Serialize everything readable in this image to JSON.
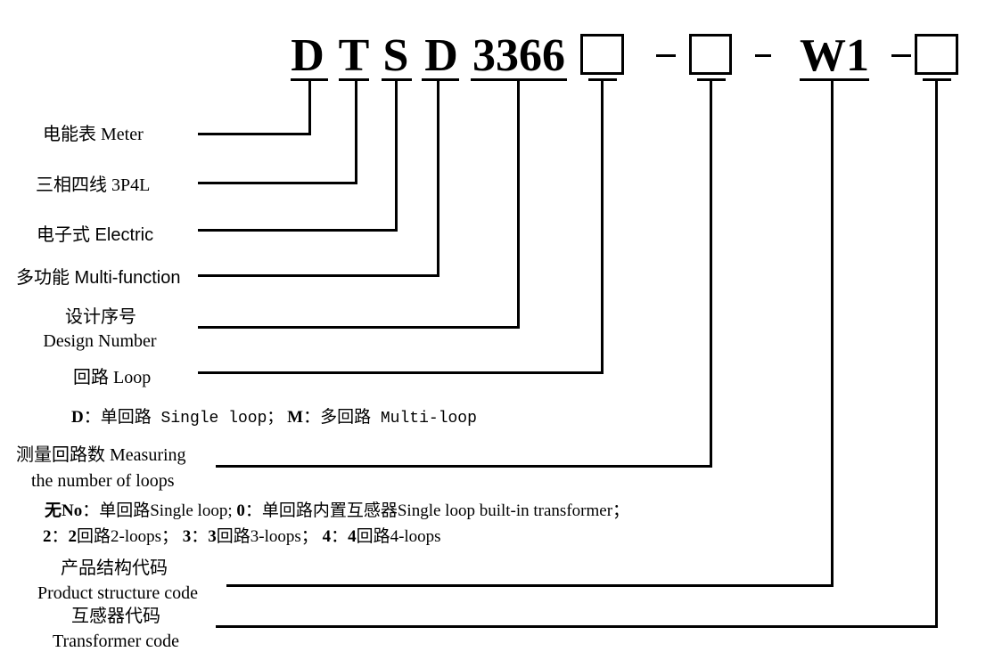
{
  "code": {
    "d1": "D",
    "t": "T",
    "s": "S",
    "d2": "D",
    "num": "3366",
    "w1": "W1"
  },
  "labels": {
    "meter": "电能表 Meter",
    "p3l4": "三相四线 3P4L",
    "electric": "电子式 Electric",
    "multi_function": "多功能 Multi-function",
    "design_cn": "设计序号",
    "design_en": "Design Number",
    "loop": "回路 Loop",
    "measuring_1": "测量回路数 Measuring",
    "measuring_2": "the number of loops",
    "product_cn": "产品结构代码",
    "product_en": "Product structure code",
    "transformer_cn": "互感器代码",
    "transformer_en": "Transformer code"
  },
  "notes": {
    "loop": {
      "d_key": "D",
      "d_cn": "：单回路",
      "d_en": " Single loop；",
      "m_key": "M",
      "m_cn": "：多回路",
      "m_en": " Multi-loop"
    },
    "measuring_1": {
      "no_key": "无No",
      "no_text": "：单回路Single loop; ",
      "zero_key": "0",
      "zero_text": "：单回路内置互感器Single loop built-in transformer；"
    },
    "measuring_2": {
      "k2": "2",
      "v2a": "：",
      "v2b": "2",
      "v2c": "回路2-loops； ",
      "k3": "3",
      "v3a": "：",
      "v3b": "3",
      "v3c": "回路3-loops； ",
      "k4": "4",
      "v4a": "：",
      "v4b": "4",
      "v4c": "回路4-loops"
    }
  }
}
